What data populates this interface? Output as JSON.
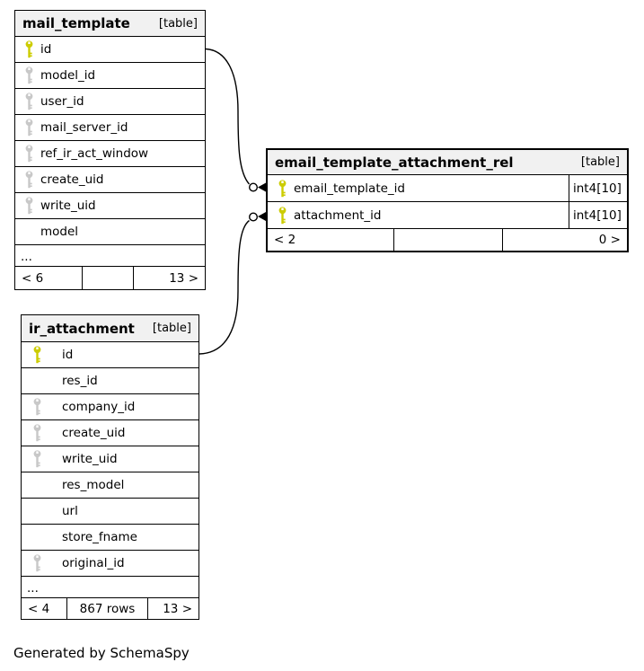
{
  "footer_note": "Generated by SchemaSpy",
  "colors": {
    "pk_key": "#cccc00",
    "fk_key": "#c8c8c8",
    "header_bg": "#f1f1f1",
    "border": "#000000"
  },
  "tables": [
    {
      "id": "mail_template",
      "name": "mail_template",
      "tag": "[table]",
      "columns": [
        {
          "name": "id",
          "key": "pk"
        },
        {
          "name": "model_id",
          "key": "fk"
        },
        {
          "name": "user_id",
          "key": "fk"
        },
        {
          "name": "mail_server_id",
          "key": "fk"
        },
        {
          "name": "ref_ir_act_window",
          "key": "fk"
        },
        {
          "name": "create_uid",
          "key": "fk"
        },
        {
          "name": "write_uid",
          "key": "fk"
        },
        {
          "name": "model",
          "key": null
        }
      ],
      "ellipsis": "...",
      "footer": {
        "left": "< 6",
        "center": "",
        "right": "13 >"
      }
    },
    {
      "id": "email_template_attachment_rel",
      "name": "email_template_attachment_rel",
      "tag": "[table]",
      "columns": [
        {
          "name": "email_template_id",
          "key": "pk",
          "type": "int4[10]"
        },
        {
          "name": "attachment_id",
          "key": "pk",
          "type": "int4[10]"
        }
      ],
      "ellipsis": null,
      "footer": {
        "left": "< 2",
        "center": "",
        "right": "0 >"
      }
    },
    {
      "id": "ir_attachment",
      "name": "ir_attachment",
      "tag": "[table]",
      "columns": [
        {
          "name": "id",
          "key": "pk"
        },
        {
          "name": "res_id",
          "key": null
        },
        {
          "name": "company_id",
          "key": "fk"
        },
        {
          "name": "create_uid",
          "key": "fk"
        },
        {
          "name": "write_uid",
          "key": "fk"
        },
        {
          "name": "res_model",
          "key": null
        },
        {
          "name": "url",
          "key": null
        },
        {
          "name": "store_fname",
          "key": null
        },
        {
          "name": "original_id",
          "key": "fk"
        }
      ],
      "ellipsis": "...",
      "footer": {
        "left": "< 4",
        "center": "867 rows",
        "right": "13 >"
      }
    }
  ],
  "relationships": [
    {
      "from": "mail_template.id",
      "to": "email_template_attachment_rel.email_template_id"
    },
    {
      "from": "ir_attachment.id",
      "to": "email_template_attachment_rel.attachment_id"
    }
  ]
}
